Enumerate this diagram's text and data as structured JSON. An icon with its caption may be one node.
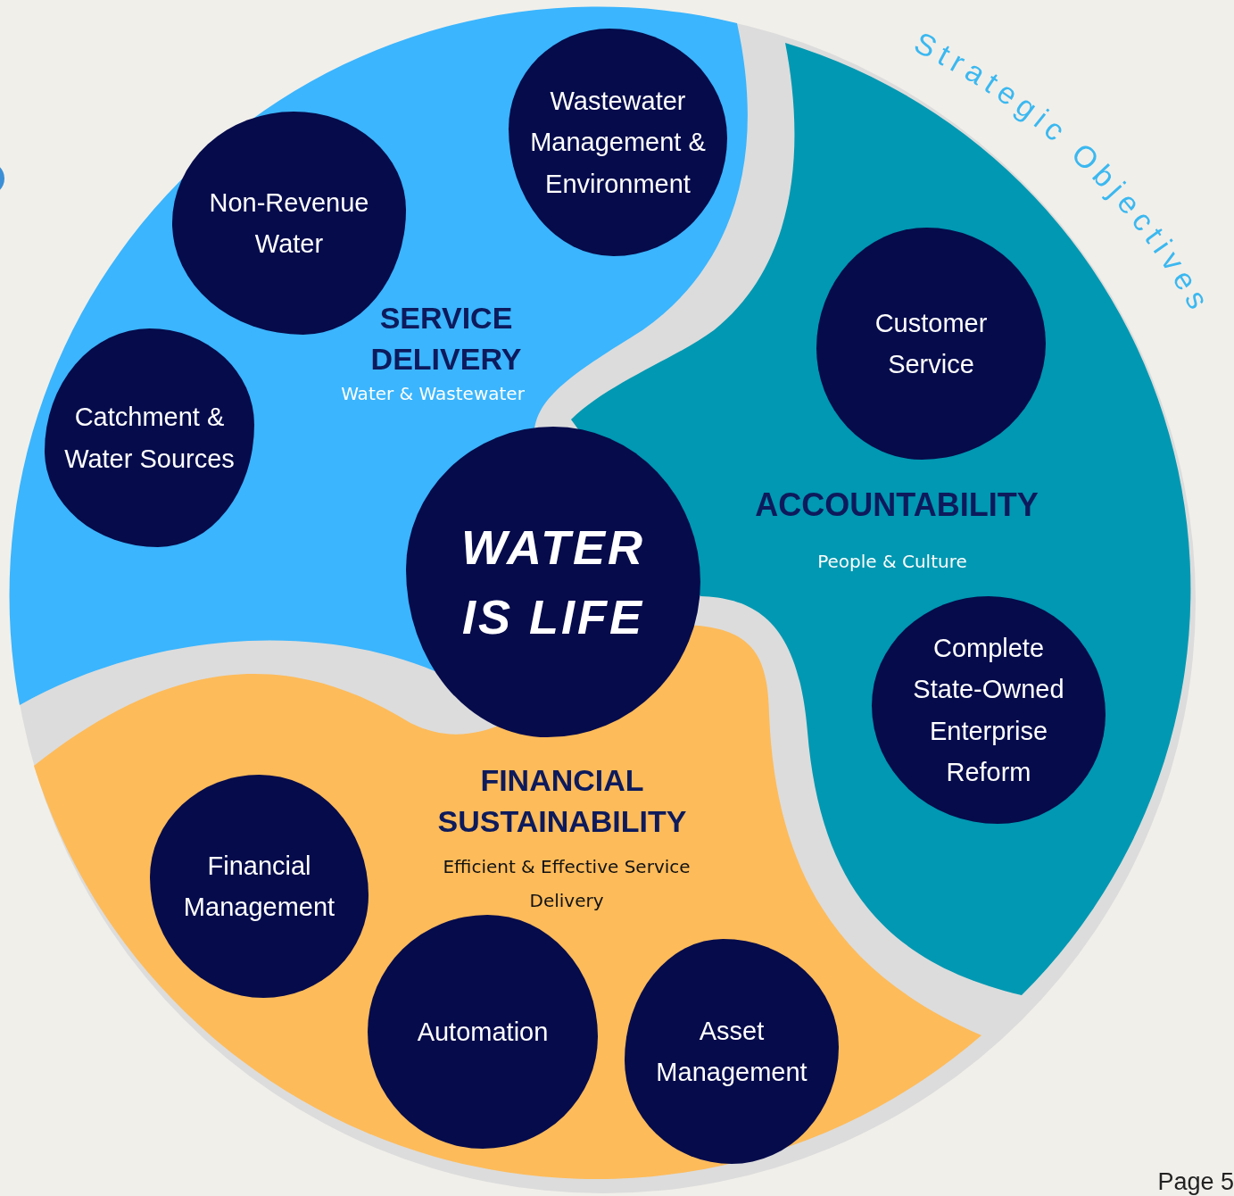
{
  "diagram": {
    "nodes": [
      {
        "text": [
          "SERVICE DELIVERY",
          "Water & Wastewater"
        ]
      },
      {
        "text": [
          "Non-Revenue Water"
        ],
        "in": 0
      },
      {
        "text": [
          "Wastewater Management & Environment"
        ],
        "in": 0
      },
      {
        "text": [
          "Catchment & Water Sources"
        ],
        "in": 0
      },
      {
        "text": [
          "WATER IS LIFE"
        ]
      },
      {
        "text": [
          "ACCOUNTABILITY",
          "People & Culture"
        ]
      },
      {
        "text": [
          "Customer Service"
        ],
        "in": 5
      },
      {
        "text": [
          "Complete State-Owned Enterprise Reform"
        ],
        "in": 5
      },
      {
        "text": [
          "FINANCIAL SUSTAINABILITY",
          "Efficient & Effective Service Delivery"
        ]
      },
      {
        "text": [
          "Financial Management"
        ],
        "in": 8
      },
      {
        "text": [
          "Automation"
        ],
        "in": 8
      },
      {
        "text": [
          "Asset Management"
        ],
        "in": 8
      }
    ],
    "edges": [],
    "labels": [
      "Strategic Objectives",
      "Page 5"
    ]
  }
}
